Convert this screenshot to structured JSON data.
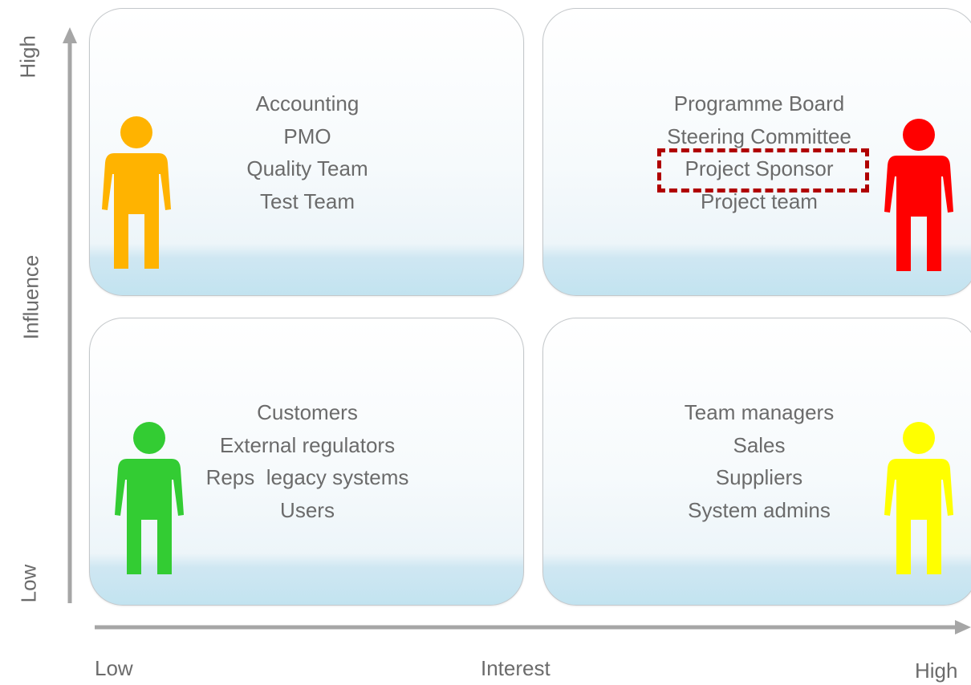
{
  "axes": {
    "y_title": "Influence",
    "y_low": "Low",
    "y_high": "High",
    "x_title": "Interest",
    "x_low": "Low",
    "x_high": "High"
  },
  "quadrants": {
    "top_left": {
      "items": [
        "Accounting",
        "PMO",
        "Quality Team",
        "Test Team"
      ],
      "figure_color": "#FFB300"
    },
    "top_right": {
      "items": [
        "Programme Board",
        "Steering Committee",
        "Project Sponsor",
        "Project team"
      ],
      "highlighted_item": "Project Sponsor",
      "figure_color": "#FF0000"
    },
    "bottom_left": {
      "items": [
        "Customers",
        "External regulators",
        "Reps  legacy systems",
        "Users"
      ],
      "figure_color": "#33CC33"
    },
    "bottom_right": {
      "items": [
        "Team managers",
        "Sales",
        "Suppliers",
        "System admins"
      ],
      "figure_color": "#FFFF00"
    }
  },
  "colors": {
    "axis": "#A6A6A6",
    "text": "#6B6B6B",
    "highlight_border": "#B00000"
  }
}
